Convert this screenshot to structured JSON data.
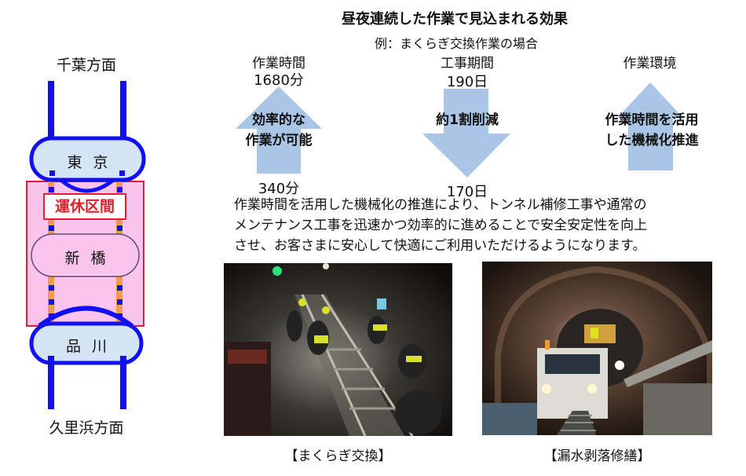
{
  "diagram": {
    "direction_top": "千葉方面",
    "direction_bottom": "久里浜方面",
    "stations": [
      {
        "name": "東京",
        "display": "東 京"
      },
      {
        "name": "新橋",
        "display": "新 橋"
      },
      {
        "name": "品川",
        "display": "品 川"
      }
    ],
    "suspended_section_label": "運休区間",
    "colors": {
      "rail": "#1010f0",
      "station_fill": "#d4e4f6",
      "suspended_fill": "#fac4ec",
      "suspended_border": "#e0202a",
      "suspended_rail": "#f49a50",
      "shinbashi_border": "#604a7a"
    }
  },
  "header": {
    "title": "昼夜連続した作業で見込まれる効果",
    "subtitle": "例：まくらぎ交換作業の場合"
  },
  "metrics": [
    {
      "label": "作業時間",
      "top_value": "1680分",
      "bottom_value": "340分",
      "arrow_direction": "up",
      "arrow_text_lines": [
        "効率的な",
        "作業が可能"
      ]
    },
    {
      "label": "工事期間",
      "top_value": "190日",
      "bottom_value": "170日",
      "arrow_direction": "down",
      "arrow_text_lines": [
        "約1割削減"
      ]
    },
    {
      "label": "作業環境",
      "arrow_direction": "up",
      "arrow_text_lines": [
        "作業時間を活用",
        "した機械化推進"
      ]
    }
  ],
  "arrow_color": "#a9c6e6",
  "description_lines": [
    "作業時間を活用した機械化の推進により、トンネル補修工事や通常の",
    "メンテナンス工事を迅速かつ効率的に進めることで安全安定性を向上",
    "させ、お客さまに安心して快適にご利用いただけるようになります。"
  ],
  "photos": [
    {
      "caption": "【まくらぎ交換】",
      "alt": "workers replacing sleepers on track in dark tunnel"
    },
    {
      "caption": "【漏水剥落修繕】",
      "alt": "maintenance truck with lift platform repairing tunnel ceiling"
    }
  ]
}
